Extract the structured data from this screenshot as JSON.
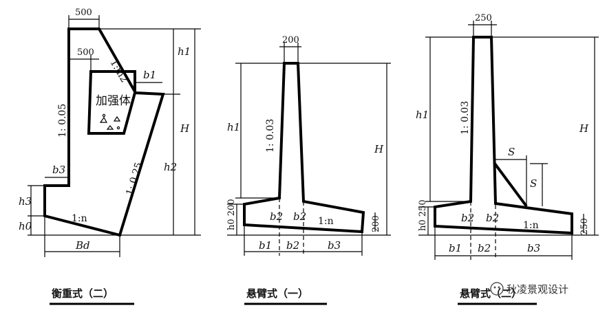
{
  "figures": [
    {
      "id": "counterweight",
      "caption": "衡重式（二）",
      "labels": {
        "top_width": "500",
        "inner_width": "500",
        "h1": "h1",
        "H": "H",
        "slope_m2": "1:m2",
        "b1": "b1",
        "reinforcement": "加强体",
        "slope_005": "1: 0.05",
        "h2": "h2",
        "slope_025": "1: 0.25",
        "b3": "b3",
        "h3": "h3",
        "h0": "h0",
        "slope_n": "1:n",
        "Bd": "Bd"
      }
    },
    {
      "id": "cantilever",
      "caption": "悬臂式（一）",
      "labels": {
        "top_width": "200",
        "h1": "h1",
        "slope_003": "1: 0.03",
        "H": "H",
        "h0_200": "h0 200",
        "b2_left": "b2",
        "b2_right": "b2",
        "slope_n": "1:n",
        "right_200": "200",
        "b1": "b1",
        "b2_bottom": "b2",
        "b3": "b3"
      }
    },
    {
      "id": "buttress",
      "caption": "悬臂式（二）",
      "labels": {
        "top_width": "250",
        "h1": "h1",
        "slope_003": "1: 0.03",
        "H": "H",
        "S_top": "S",
        "S_side": "S",
        "h0_250": "h0 250",
        "b2_left": "b2",
        "b2_right": "b2",
        "slope_n": "1:n",
        "right_250": "250",
        "b1": "b1",
        "b2_bottom": "b2",
        "b3": "b3"
      }
    }
  ],
  "watermark": "秋凌景观设计"
}
